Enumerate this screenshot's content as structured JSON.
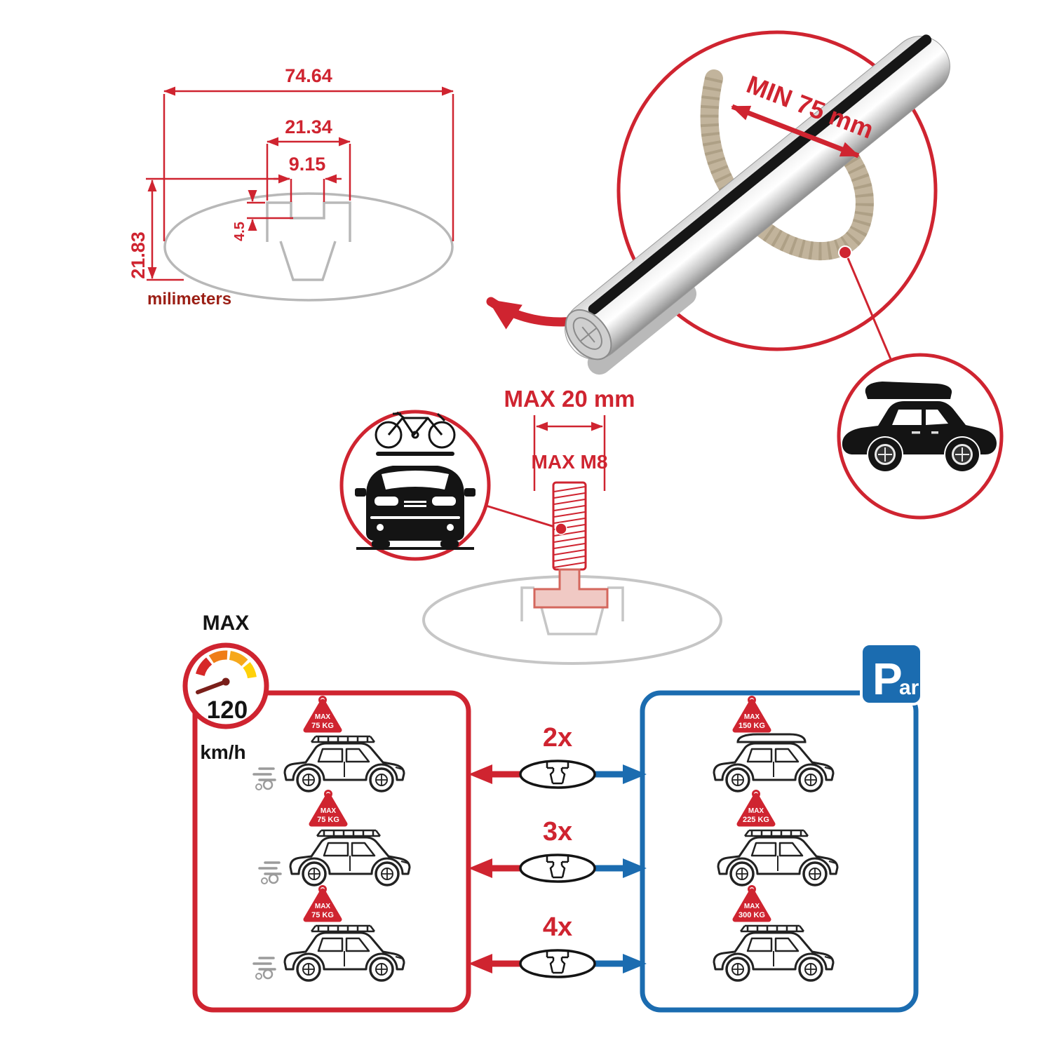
{
  "profile_dimensions": {
    "total_width": "74.64",
    "slot_outer_width": "21.34",
    "slot_opening_width": "9.15",
    "slot_lip_depth": "4.5",
    "total_height": "21.83",
    "units": "milimeters"
  },
  "bar_clamp": {
    "min_span": "MIN 75 mm"
  },
  "t_bolt": {
    "max_width": "MAX 20 mm",
    "max_thread": "MAX M8"
  },
  "speed": {
    "label": "MAX",
    "value": "120",
    "unit": "km/h"
  },
  "park": {
    "letter": "P",
    "rest": "ark"
  },
  "driving": {
    "loads": [
      {
        "prefix": "MAX",
        "weight": "75 KG"
      },
      {
        "prefix": "MAX",
        "weight": "75 KG"
      },
      {
        "prefix": "MAX",
        "weight": "75 KG"
      }
    ]
  },
  "bar_options": [
    {
      "count": "2x"
    },
    {
      "count": "3x"
    },
    {
      "count": "4x"
    }
  ],
  "parked": {
    "loads": [
      {
        "prefix": "MAX",
        "weight": "150 KG"
      },
      {
        "prefix": "MAX",
        "weight": "225 KG"
      },
      {
        "prefix": "MAX",
        "weight": "300 KG"
      }
    ]
  },
  "colors": {
    "red": "#cf2430",
    "dark_red": "#9b1f15",
    "blue": "#1b6cb0",
    "profile_gray": "#b8b8b8",
    "black": "#141414",
    "gauge_red": "#d62828",
    "gauge_orange": "#ef7d17",
    "gauge_amber": "#f6a81c",
    "gauge_yellow": "#ffd10a"
  }
}
